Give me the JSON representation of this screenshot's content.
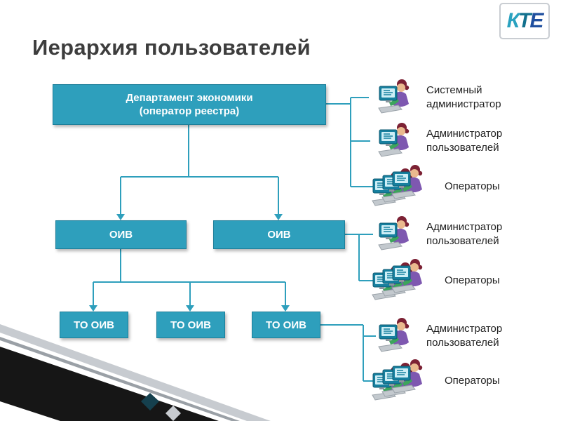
{
  "slide": {
    "title": "Иерархия пользователей",
    "logo": {
      "letters": [
        "К",
        "Т",
        "Е"
      ]
    }
  },
  "diagram": {
    "nodes": {
      "root": {
        "line1": "Департамент экономики",
        "line2": "(оператор реестра)"
      },
      "oiv_left": {
        "label": "ОИВ"
      },
      "oiv_right": {
        "label": "ОИВ"
      },
      "to_oiv_1": {
        "label": "ТО ОИВ"
      },
      "to_oiv_2": {
        "label": "ТО ОИВ"
      },
      "to_oiv_3": {
        "label": "ТО ОИВ"
      }
    },
    "roles": [
      {
        "label": "Системный\nадминистратор",
        "icon": "user-computer-icon",
        "count": "single"
      },
      {
        "label": "Администратор\nпользователей",
        "icon": "user-computer-icon",
        "count": "single"
      },
      {
        "label": "Операторы",
        "icon": "user-computer-group-icon",
        "count": "group"
      },
      {
        "label": "Администратор\nпользователей",
        "icon": "user-computer-icon",
        "count": "single"
      },
      {
        "label": "Операторы",
        "icon": "user-computer-group-icon",
        "count": "group"
      },
      {
        "label": "Администратор\nпользователей",
        "icon": "user-computer-icon",
        "count": "single"
      },
      {
        "label": "Операторы",
        "icon": "user-computer-group-icon",
        "count": "group"
      }
    ],
    "colors": {
      "node_fill": "#2E9FBC",
      "node_border": "#1C7E99",
      "connector": "#2E9FBC",
      "title_text": "#3D3D3D"
    }
  }
}
